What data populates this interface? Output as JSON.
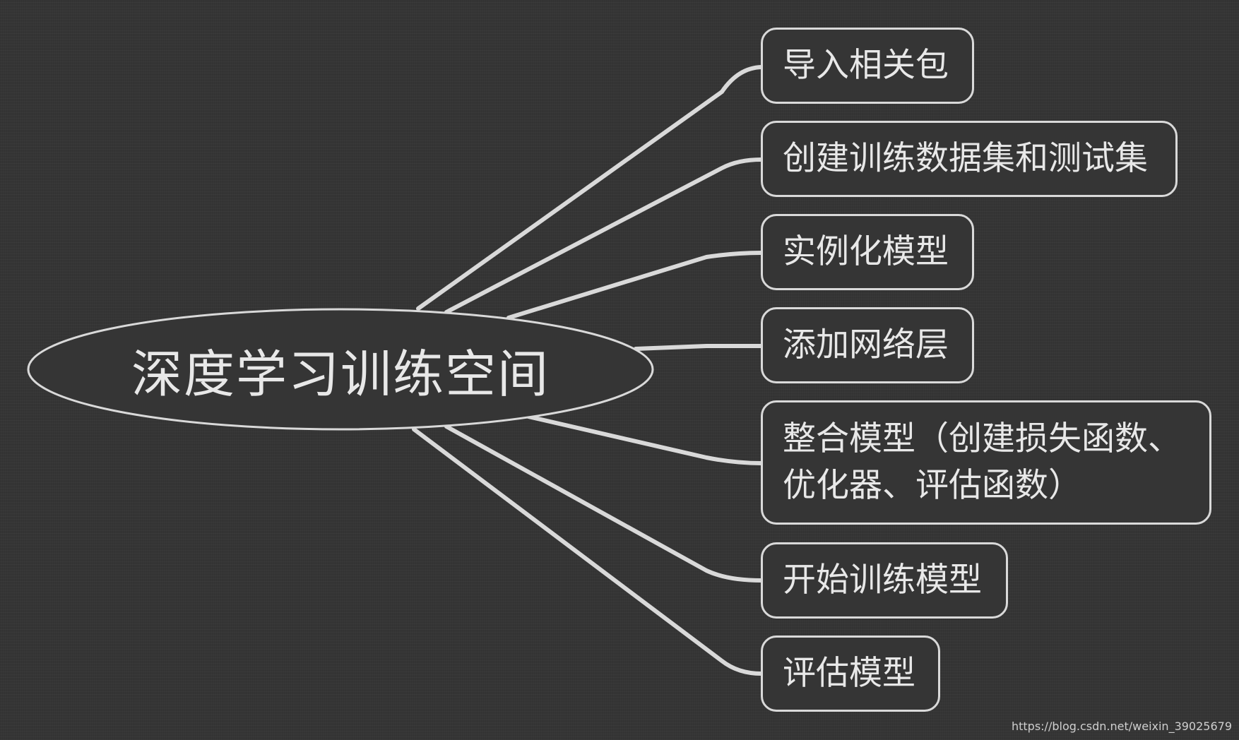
{
  "central": {
    "title": "深度学习训练空间"
  },
  "branches": [
    "导入相关包",
    "创建训练数据集和测试集",
    "实例化模型",
    "添加网络层",
    "整合模型（创建损失函数、优化器、评估函数）",
    "开始训练模型",
    "评估模型"
  ],
  "branch_lines": {
    "line1": "整合模型（创建损失函数、",
    "line2": "优化器、评估函数）"
  },
  "watermark": "https://blog.csdn.net/weixin_39025679",
  "colors": {
    "background": "#353535",
    "stroke": "#d9d9d9",
    "text": "#e8e8e8"
  }
}
